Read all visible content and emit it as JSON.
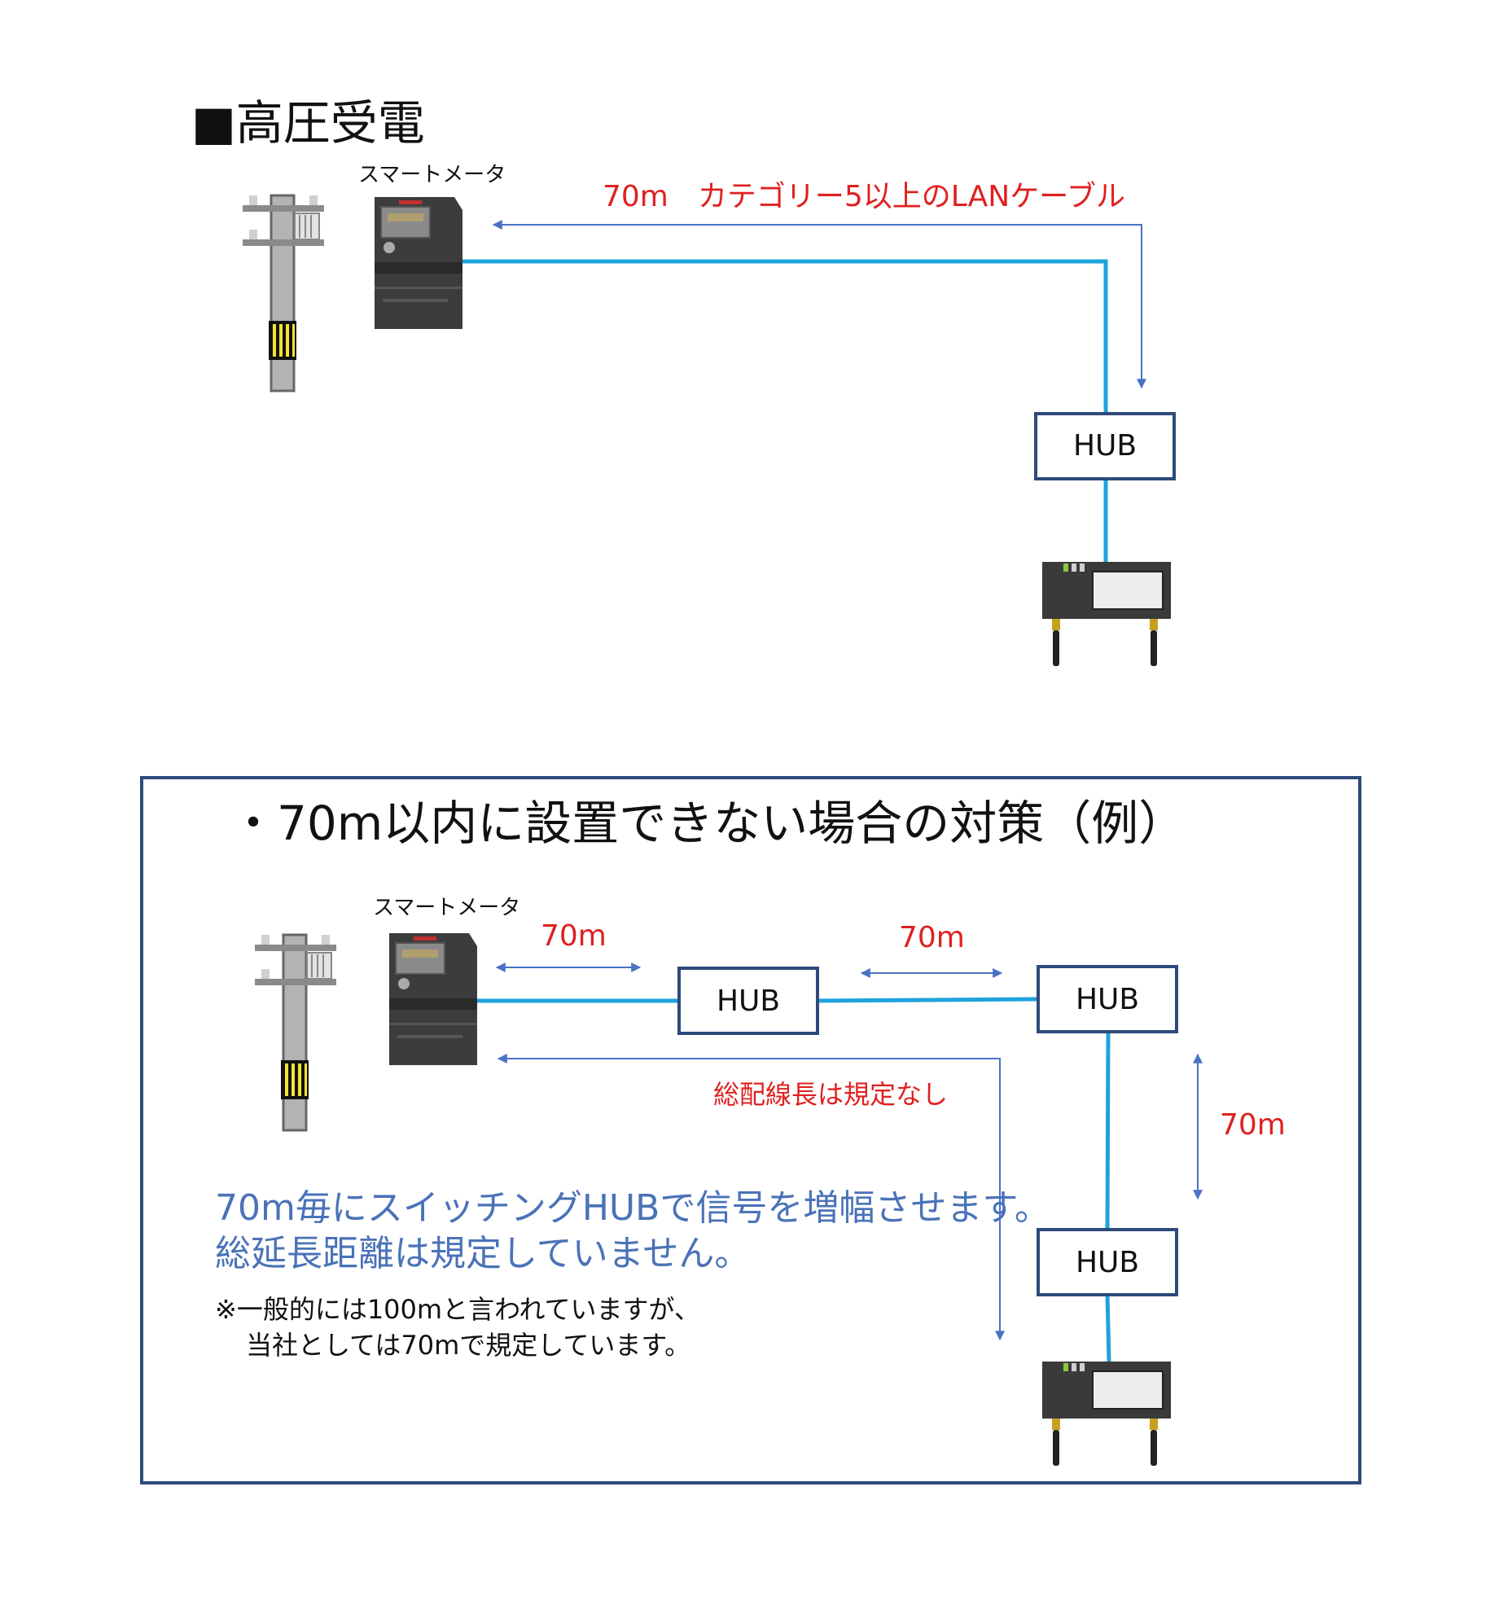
{
  "section1": {
    "title": "■高圧受電",
    "meter_label": "スマートメータ",
    "cable_label": "70m　カテゴリー5以上のLANケーブル",
    "hub_label": "HUB"
  },
  "section2": {
    "title": "・70m以内に設置できない場合の対策（例）",
    "meter_label": "スマートメータ",
    "distance_1": "70m",
    "distance_2": "70m",
    "distance_3": "70m",
    "total_length_note": "総配線長は規定なし",
    "hub_labels": [
      "HUB",
      "HUB",
      "HUB"
    ],
    "note_line1": "70m毎にスイッチングHUBで信号を増幅させます。",
    "note_line2": "総延長距離は規定していません。",
    "footnote_line1": "※一般的には100mと言われていますが、",
    "footnote_line2": "当社としては70mで規定しています。"
  },
  "colors": {
    "cable": "#1fa3dc",
    "arrow": "#4a72c4",
    "frame": "#2e4a7a",
    "red_text": "#e02020",
    "blue_text": "#4a72b8",
    "device": "#3a3a3a"
  },
  "icons": [
    "utility-pole-icon",
    "smart-meter-icon",
    "gateway-device-icon"
  ]
}
